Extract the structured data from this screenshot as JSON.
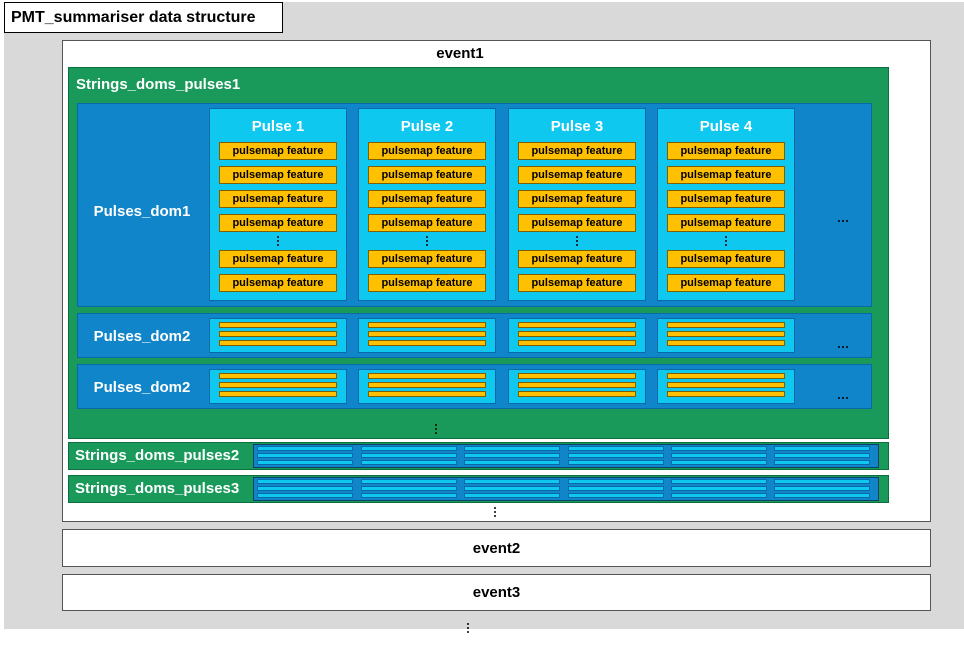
{
  "title": "PMT_summariser data structure",
  "events": [
    "event1",
    "event2",
    "event3"
  ],
  "strings": [
    "Strings_doms_pulses1",
    "Strings_doms_pulses2",
    "Strings_doms_pulses3"
  ],
  "doms": [
    "Pulses_dom1",
    "Pulses_dom2",
    "Pulses_dom2"
  ],
  "pulses": [
    "Pulse 1",
    "Pulse 2",
    "Pulse 3",
    "Pulse 4"
  ],
  "feature_label": "pulsemap feature",
  "colors": {
    "background": "#d9d9d9",
    "string_green": "#1a9a5a",
    "dom_blue": "#1185c9",
    "pulse_cyan": "#0fc8ef",
    "feature_yellow": "#ffc000"
  }
}
